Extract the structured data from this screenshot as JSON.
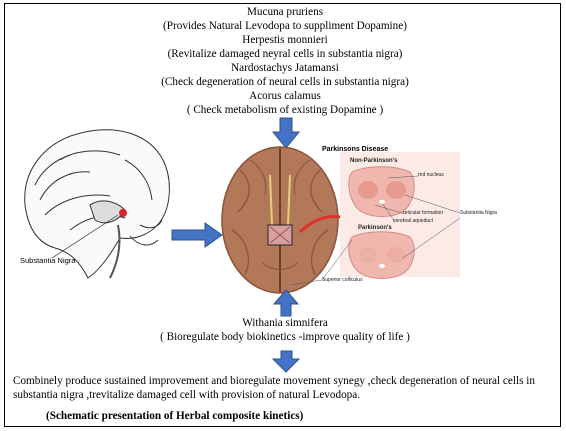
{
  "herbs": [
    {
      "name": "Mucuna pruriens",
      "effect": "(Provides Natural Levodopa to suppliment Dopamine)"
    },
    {
      "name": "Herpestis monnieri",
      "effect": "(Revitalize damaged neyral cells in substantia nigra)"
    },
    {
      "name": "Nardostachys Jatamansi",
      "effect": "(Check degeneration of neural cells in substantia nigra)"
    },
    {
      "name": "Acorus calamus",
      "effect": "( Check metabolism of existing Dopamine )"
    }
  ],
  "withania": {
    "name": "Withania simnifera",
    "effect": "( Bioregulate body biokinetics -improve quality of life )"
  },
  "combined_effect": "Combinely produce sustained improvement and bioregulate movement synegy ,check degeneration of neural cells in substantia nigra ,trevitalize damaged cell with provision of natural Levodopa.",
  "caption": "(Schematic presentation of Herbal composite kinetics)",
  "brain_sagittal": {
    "label": "Substantia Nigra"
  },
  "parkinsons_inset": {
    "title": "Parkinsons Disease",
    "non_pd_label": "Non-Parkinson's",
    "pd_label": "Parkinson's",
    "labels": [
      "red nucleus",
      "reticular formation",
      "cerebral aqueduct",
      "Substantia Nigra",
      "Superior colliculus"
    ]
  },
  "colors": {
    "arrow": "#4472c4",
    "arrow_edge": "#2f528f",
    "brain": "#b3775a",
    "brain_dark": "#8a5238",
    "inset_bg": "#f3d9d4",
    "red_arrow": "#e0302a"
  }
}
